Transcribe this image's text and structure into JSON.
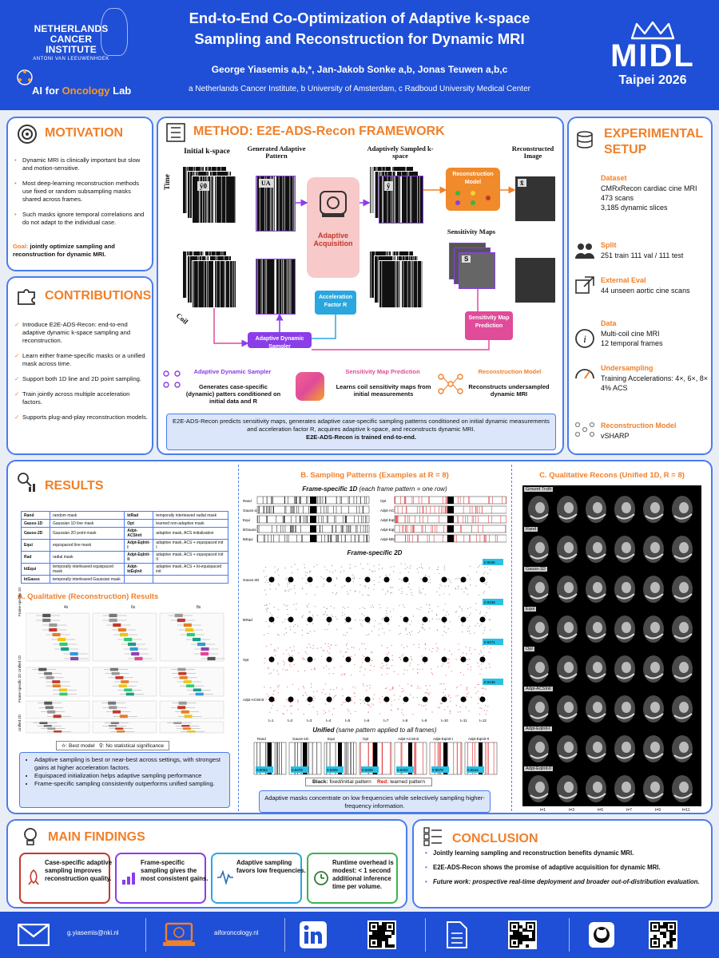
{
  "header": {
    "institute_line1": "NETHERLANDS",
    "institute_line2": "CANCER",
    "institute_line3": "INSTITUTE",
    "institute_sub": "ANTONI VAN LEEUWENHOEK",
    "lab_a": "AI for ",
    "lab_b": "Oncology",
    "lab_c": " Lab",
    "title_line1": "End-to-End Co-Optimization of Adaptive k-space",
    "title_line2": "Sampling and Reconstruction for Dynamic MRI",
    "authors": "George Yiasemis a,b,*, Jan-Jakob Sonke a,b, Jonas Teuwen a,b,c",
    "affiliations": "a Netherlands Cancer Institute, b University of Amsterdam, c Radboud University Medical Center",
    "conf_name": "MIDL",
    "conf_place": "Taipei 2026"
  },
  "motivation": {
    "title": "MOTIVATION",
    "bullets": [
      "Dynamic MRI is clinically important but slow and motion-sensitive.",
      "Most deep-learning reconstruction methods use fixed or random subsampling masks shared across frames.",
      "Such masks ignore temporal correlations and do not adapt to the individual case."
    ],
    "goal_label": "Goal:",
    "goal_text": " jointly optimize sampling and reconstruction for dynamic MRI."
  },
  "contributions": {
    "title": "CONTRIBUTIONS",
    "bullets": [
      "Introduce E2E-ADS-Recon: end-to-end adaptive dynamic k-space sampling and reconstruction.",
      "Learn either frame-specific masks or a unified mask across time.",
      "Support both 1D line and 2D point sampling.",
      "Train jointly across multiple acceleration factors.",
      "Supports plug-and-play reconstruction models."
    ]
  },
  "method": {
    "title": "METHOD: E2E-ADS-Recon FRAMEWORK",
    "initial_kspace": "Initial k-space",
    "generated_pattern": "Generated Adaptive Pattern",
    "adaptive_sampled": "Adaptively Sampled k-space",
    "reconstructed_image": "Reconstructed Image",
    "recon_model": "Reconstruction Model",
    "adaptive_acquisition": "Adaptive Acquisition",
    "sensitivity_maps": "Sensitivity Maps",
    "smap_prediction": "Sensitivity Map Prediction",
    "acc_factor": "Acceleration Factor R",
    "ads_sampler": "Adaptive Dynamic Sampler",
    "time_axis": "Time",
    "coil_axis": "Coil",
    "y0": "ỹ0",
    "ua": "UA",
    "ytilde": "ỹ",
    "xhat": "x̂",
    "s": "S",
    "legend": [
      {
        "title": "Adaptive Dynamic Sampler",
        "text": "Generates case-specific (dynamic) patters conditioned on initial data and R"
      },
      {
        "title": "Sensitivity Map Prediction",
        "text": "Learns coil sensitivity maps from initial measurements"
      },
      {
        "title": "Reconstruction Model",
        "text": "Reconstructs undersampled dynamic MRI"
      }
    ],
    "summary_a": "E2E-ADS-Recon predicts sensitivity maps, generates adaptive case-specific sampling patterns conditioned on initial dynamic measurements and acceleration factor R, acquires adaptive k-space, and reconstructs dynamic MRI.",
    "summary_b": "E2E-ADS-Recon is trained end-to-end."
  },
  "setup": {
    "title_1": "EXPERIMENTAL",
    "title_2": "SETUP",
    "dataset_h": "Dataset",
    "dataset": [
      "CMRxRecon cardiac cine MRI",
      "473 scans",
      "3,185 dynamic slices"
    ],
    "split_h": "Split",
    "split": "251 train 111 val / 111 test",
    "external_h": "External Eval",
    "external": "44 unseen aortic cine scans",
    "data_h": "Data",
    "data": [
      "Multi-coil cine MRI",
      "12 temporal frames"
    ],
    "under_h": "Undersampling",
    "under": [
      "Training Accelerations: 4×, 6×, 8×",
      "4% ACS"
    ],
    "recon_h": "Reconstruction Model",
    "recon": "vSHARP"
  },
  "results": {
    "title": "RESULTS",
    "legend_rows": [
      [
        "Rand",
        "random mask",
        "ktRad",
        "temporally interleaved radial mask"
      ],
      [
        "Gauss-1D",
        "Gaussian 1D line mask",
        "Opt",
        "learned non-adaptive mask"
      ],
      [
        "Gauss-2D",
        "Gaussian 2D point mask",
        "Adpt-ACSInit",
        "adaptive mask, ACS initialization"
      ],
      [
        "Equi",
        "equispaced line mask",
        "Adpt-EqInit-I",
        "adaptive mask, ACS + equispaced init I"
      ],
      [
        "Rad",
        "radial mask",
        "Adpt-EqInit-II",
        "adaptive mask, ACS + equispaced init II"
      ],
      [
        "ktEqui",
        "temporally interleaved equispaced mask",
        "Adpt-ktEqInit",
        "adaptive mask, ACS + kt-equispaced init"
      ],
      [
        "ktGauss",
        "temporally interleaved Gaussian mask",
        "",
        ""
      ]
    ],
    "qual_title": "A. Qualitative (Reconstruction) Results",
    "col_labels": [
      "4x",
      "6x",
      "8x"
    ],
    "row_labels": [
      "Frame-specific 1D",
      "Unified 1D",
      "Frame-specific 2D",
      "Unified 2D"
    ],
    "best_legend": "✫: Best model",
    "nosig_legend": "⚲: No statistical significance",
    "bullets": [
      "Adaptive sampling is best or near-best across settings, with strongest gains at higher acceleration factors.",
      "Equispaced initialization helps adaptive sampling performance",
      "Frame-specific sampling consistently outperforms unified sampling."
    ]
  },
  "patterns": {
    "title": "B. Sampling Patterns (Examples at R = 8)",
    "fs1d_title": "Frame-specific 1D",
    "fs1d_sub": "(each frame pattern = one row)",
    "fs1d_left": [
      "Rand",
      "Gauss-1D",
      "Equi",
      "ktGauss",
      "ktEqui"
    ],
    "fs1d_right": [
      "Opt",
      "Adpt-ACSInit",
      "Adpt-EqInit-I",
      "Adpt-EqInit-II",
      "Adpt-ktEqInit"
    ],
    "fs2d_title": "Frame-specific 2D",
    "fs2d_rows": [
      "Gauss-2D",
      "ktRad",
      "Opt",
      "Adpt-ACSInit"
    ],
    "fs2d_scores": [
      "0.9045",
      "0.9346",
      "0.9471",
      "0.9436"
    ],
    "frame_labels": [
      "t=1",
      "t=2",
      "t=3",
      "t=4",
      "t=5",
      "t=6",
      "t=7",
      "t=8",
      "t=9",
      "t=10",
      "t=11",
      "t=12"
    ],
    "unified_title": "Unified",
    "unified_sub": "(same pattern applied to all frames)",
    "unified_labels": [
      "Rand",
      "Gauss-1D",
      "Equi",
      "Opt",
      "Adpt-ACSInit",
      "Adpt-EqInit-I",
      "Adpt-EqInit-II"
    ],
    "unified_scores": [
      "0.9052",
      "0.9478",
      "0.9305",
      "0.9339",
      "0.9402",
      "0.9578",
      "0.9515"
    ],
    "black_label": "Black:",
    "black_text": " fixed/initial pattern",
    "red_label": "Red:",
    "red_text": " learned pattern",
    "caption": "Adaptive masks concentrate on low frequencies while selectively sampling higher-frequency information."
  },
  "qualrecon": {
    "title": "C. Qualitative Recons (Unified 1D, R = 8)",
    "rows": [
      "Ground Truth",
      "Rand",
      "Gauss-1D",
      "Equi",
      "Opt",
      "Adpt-ACSInit",
      "Adpt-EqInit-I",
      "Adpt-EqInit-II"
    ],
    "frames": [
      "t=1",
      "t=3",
      "t=5",
      "t=7",
      "t=9",
      "t=11"
    ]
  },
  "findings": {
    "title": "MAIN FINDINGS",
    "cards": [
      "Case-specific adaptive sampling improves reconstruction quality.",
      "Frame-specific sampling gives the most consistent gains.",
      "Adaptive sampling favors low frequencies.",
      "Runtime overhead is modest: < 1 second additional inference time per volume."
    ]
  },
  "conclusion": {
    "title": "CONCLUSION",
    "bullets": [
      "Jointly learning sampling and reconstruction benefits dynamic MRI.",
      "E2E-ADS-Recon shows the promise of adaptive acquisition for dynamic MRI.",
      "Future work: prospective real-time deployment and broader out-of-distribution evaluation."
    ]
  },
  "footer": {
    "email": "g.yiasemis@nki.nl",
    "website": "aiforoncology.nl"
  },
  "colors": {
    "accent": "#f0802a",
    "brand": "#1f4fd6",
    "border": "#4a7cf0",
    "purple": "#8a3ee8"
  }
}
